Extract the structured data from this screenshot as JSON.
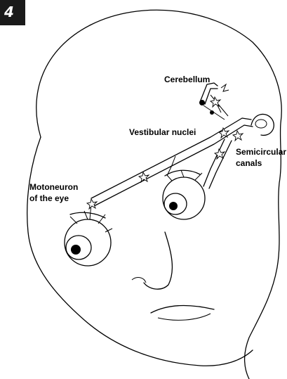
{
  "figure": {
    "number": "4",
    "labels": {
      "cerebellum": "Cerebellum",
      "vestibular_nuclei": "Vestibular nuclei",
      "semicircular_line1": "Semicircular",
      "semicircular_line2": "canals",
      "motoneuron_line1": "Motoneuron",
      "motoneuron_line2": "of the eye"
    }
  }
}
